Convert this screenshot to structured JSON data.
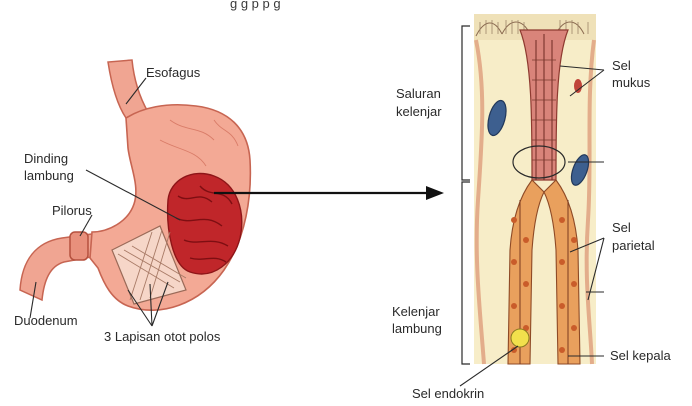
{
  "caption_partial": "g                   g p          p      g",
  "labels": {
    "esofagus": "Esofagus",
    "dinding_lambung": [
      "Dinding",
      "lambung"
    ],
    "pilorus": "Pilorus",
    "duodenum": "Duodenum",
    "lapisan_otot": "3 Lapisan otot polos",
    "saluran_kelenjar": [
      "Saluran",
      "kelenjar"
    ],
    "kelenjar_lambung": [
      "Kelenjar",
      "lambung"
    ],
    "sel_mukus": [
      "Sel",
      "mukus"
    ],
    "sel_parietal": [
      "Sel",
      "parietal"
    ],
    "sel_kepala": "Sel kepala",
    "sel_endokrin": "Sel endokrin"
  },
  "colors": {
    "stomach_outer": "#f2a38f",
    "stomach_inner": "#c0262a",
    "tissue_bg": "#f7edc8",
    "gland_cells": "#e9a05d",
    "blood_vessel": "#3d5f8f",
    "lines": "#2a2a2a"
  }
}
